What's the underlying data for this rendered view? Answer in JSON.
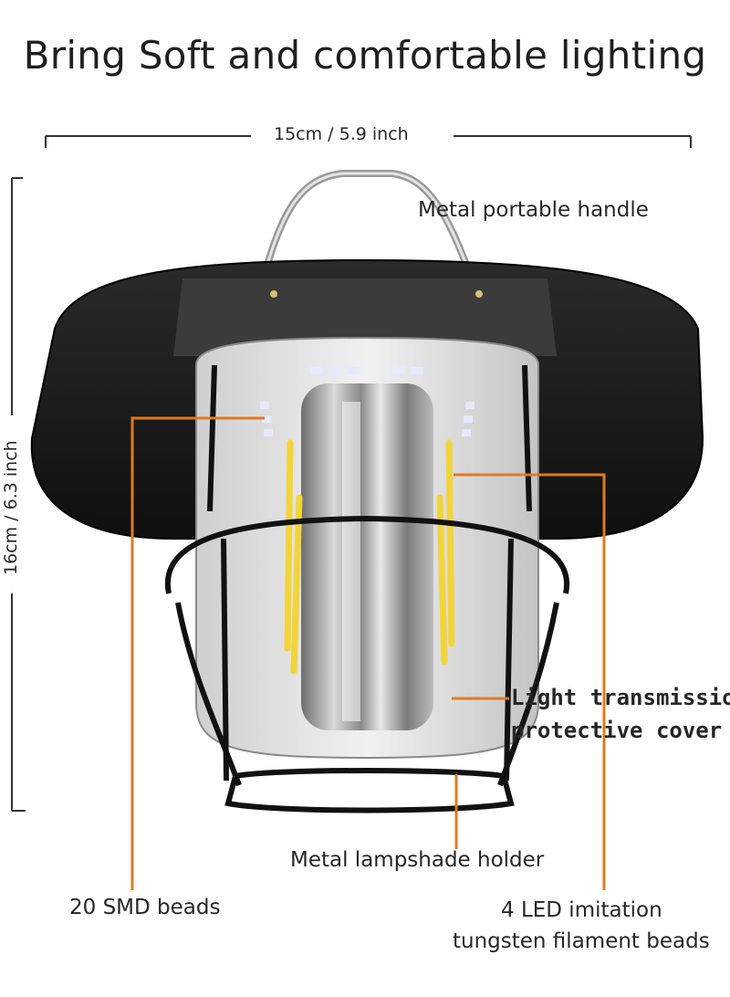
{
  "title": "Bring Soft and comfortable lighting",
  "width_label": "15cm / 5.9 inch",
  "height_label": "16cm / 6.3 inch",
  "callouts": {
    "handle": "Metal portable handle",
    "cover_line1": "Light transmission",
    "cover_line2": "protective cover",
    "holder": "Metal lampshade holder",
    "smd": "20 SMD beads",
    "filament_line1": "4 LED imitation",
    "filament_line2": "tungsten filament beads"
  },
  "colors": {
    "callout_line": "#e07a20",
    "shade": "#1a1a1a",
    "filament": "#f2d43a"
  }
}
